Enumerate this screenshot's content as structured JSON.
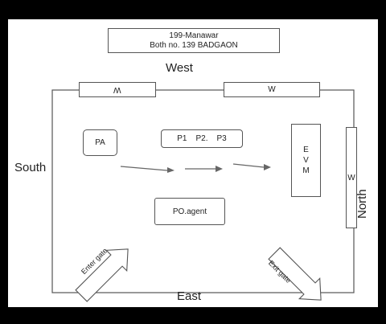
{
  "header": {
    "line1": "199-Manawar",
    "line2": "Both no. 139 BADGAON"
  },
  "directions": {
    "west": "West",
    "east": "East",
    "south": "South",
    "north": "North"
  },
  "windows": {
    "west_left": "W",
    "west_right": "W",
    "north": "W"
  },
  "booth": {
    "pa": "PA",
    "polling_officers": {
      "p1": "P1",
      "p2": "P2.",
      "p3": "P3"
    },
    "evm": [
      "E",
      "V",
      "M"
    ],
    "po_agent": "PO.agent"
  },
  "gates": {
    "enter": "Enter gate",
    "exit": "Exit gate"
  },
  "colors": {
    "line": "#444444",
    "background": "#ffffff",
    "frame": "#000000"
  }
}
